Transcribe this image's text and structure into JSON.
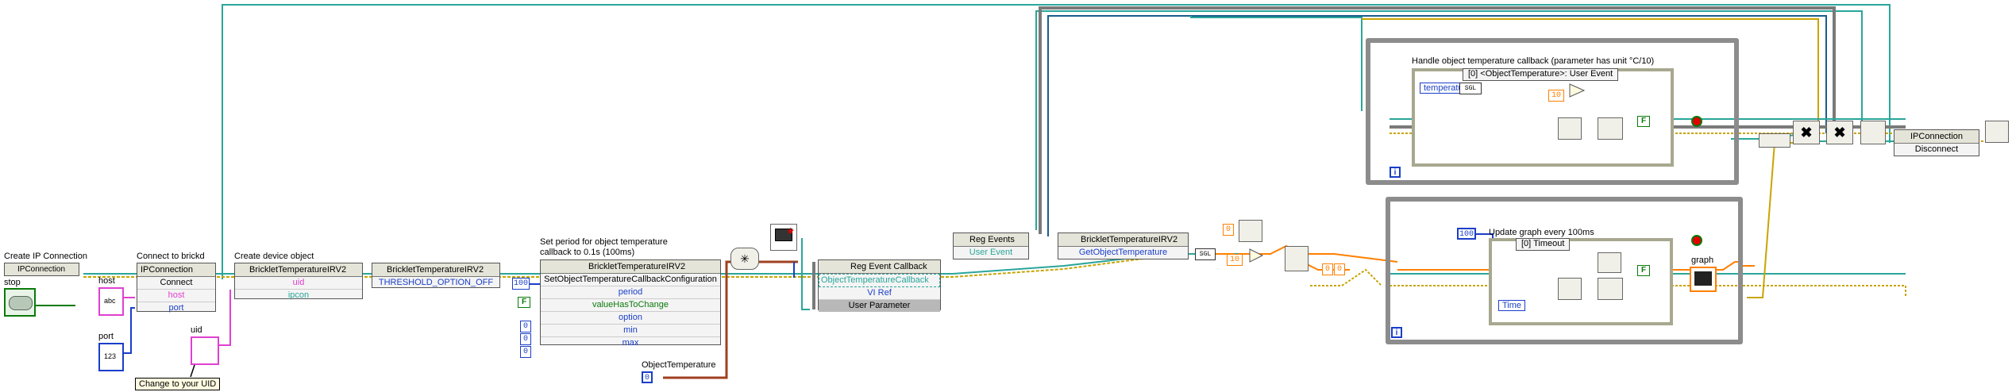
{
  "labels": {
    "create_ip": "Create IP Connection",
    "connect": "Connect to brickd",
    "create_device": "Create device object",
    "set_period_1": "Set period for object temperature",
    "set_period_2": "callback to 0.1s (100ms)",
    "stop": "stop",
    "host": "host",
    "port": "port",
    "uid": "uid",
    "change_uid": "Change to your UID",
    "object_temperature": "ObjectTemperature",
    "handle_cb": "Handle object temperature callback (parameter has unit °C/10)",
    "update_graph": "Update graph every 100ms",
    "graph": "graph"
  },
  "nodes": {
    "ipconnection": "IPConnection",
    "connect_title": "IPConnection",
    "connect_method": "Connect",
    "connect_host": "host",
    "connect_port": "port",
    "brick_title": "BrickletTemperatureIRV2",
    "brick_uid": "uid",
    "brick_ipcon": "ipcon",
    "threshold_title": "BrickletTemperatureIRV2",
    "threshold_value": "THRESHOLD_OPTION_OFF",
    "setcfg_title": "BrickletTemperatureIRV2",
    "setcfg_method": "SetObjectTemperatureCallbackConfiguration",
    "setcfg_period": "period",
    "setcfg_vhc": "valueHasToChange",
    "setcfg_option": "option",
    "setcfg_min": "min",
    "setcfg_max": "max",
    "regcb_title": "Reg Event Callback",
    "regcb_event": "ObjectTemperatureCallback",
    "regcb_vi": "VI Ref",
    "regcb_user": "User Parameter",
    "regev_title": "Reg Events",
    "regev_user": "User Event",
    "getobj_title": "BrickletTemperatureIRV2",
    "getobj_method": "GetObjectTemperature",
    "disc_title": "IPConnection",
    "disc_method": "Disconnect"
  },
  "constants": {
    "period": "100",
    "vhc": "F",
    "opt": "0",
    "min": "0",
    "max": "0",
    "obj_temp": "0",
    "zero_a": "0",
    "ten_a": "10",
    "zero_b": "0",
    "zero_c": "0",
    "ten_b": "10",
    "hundred": "100",
    "sgl_a": "SGL",
    "sgl_b": "SGL",
    "true_a": "F",
    "true_b": "F",
    "i_a": "i",
    "i_b": "i",
    "case1": "[0] <ObjectTemperature>: User Event",
    "case2": "[0] Timeout",
    "temperature": "temperature",
    "time": "Time",
    "ctl_host": "abc",
    "ctl_port": "123"
  },
  "colors": {
    "refnum": "#2aa69a",
    "string": "#e040d0",
    "int": "#1a3ec8",
    "bool": "#0a7a0a",
    "dbl": "#ff8000",
    "error": "#c9a400",
    "event": "#a04020",
    "frame": "#8c8c8c"
  },
  "icons": [
    "stop-icon",
    "graph-icon",
    "close-icon",
    "event-icon",
    "dispose-icon"
  ]
}
